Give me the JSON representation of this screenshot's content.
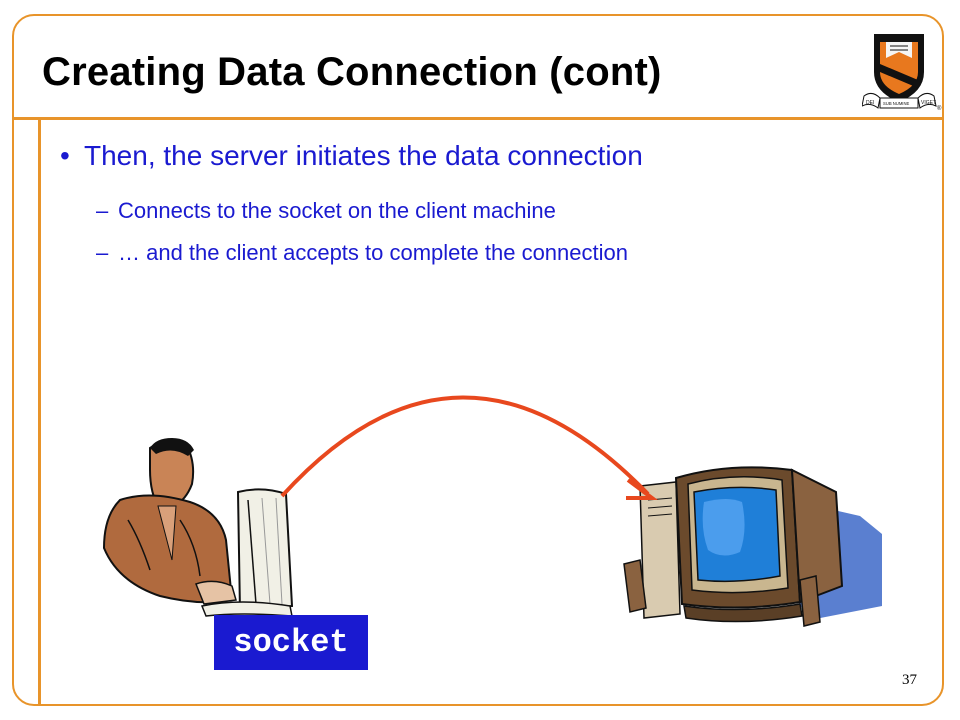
{
  "slide": {
    "title": "Creating Data Connection (cont)",
    "bullet": {
      "marker": "•",
      "text": "Then, the server initiates the data connection"
    },
    "sub_bullets": [
      {
        "marker": "–",
        "text": "Connects to the socket on the client machine"
      },
      {
        "marker": "–",
        "text": "… and the client accepts to complete the connection"
      }
    ],
    "socket_label": "socket",
    "page_number": "37",
    "logo": {
      "motto_left": "DEI",
      "motto_center": "SUB NUMINE",
      "motto_right": "VIGET",
      "mark": "®"
    },
    "colors": {
      "accent": "#e8942a",
      "text_blue": "#1a1ad0",
      "arrow": "#e8481e",
      "shield": "#e8781e"
    },
    "icons": [
      "princeton-shield-logo",
      "person-at-computer-clipart",
      "desktop-computer-clipart",
      "connection-arrow"
    ]
  }
}
